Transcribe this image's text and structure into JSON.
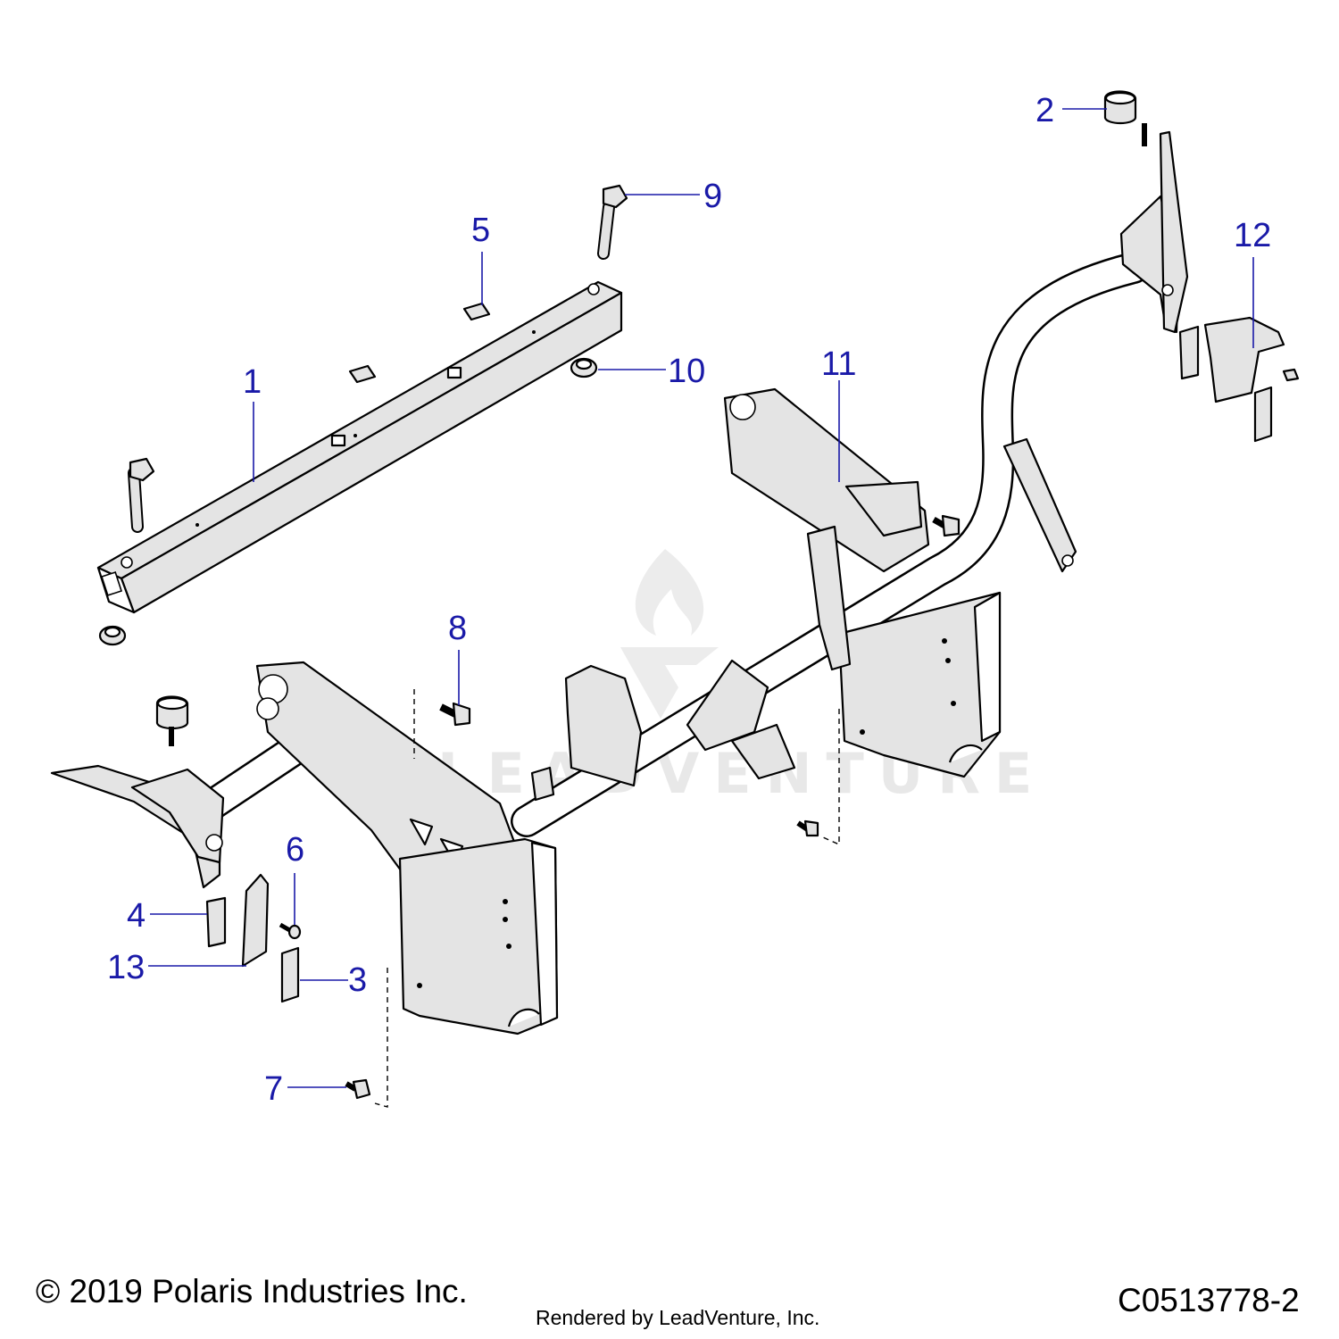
{
  "diagram": {
    "callouts": [
      {
        "label": "1",
        "description": ""
      },
      {
        "label": "2",
        "description": ""
      },
      {
        "label": "3",
        "description": ""
      },
      {
        "label": "4",
        "description": ""
      },
      {
        "label": "5",
        "description": ""
      },
      {
        "label": "6",
        "description": ""
      },
      {
        "label": "7",
        "description": ""
      },
      {
        "label": "8",
        "description": ""
      },
      {
        "label": "9",
        "description": ""
      },
      {
        "label": "10",
        "description": ""
      },
      {
        "label": "11",
        "description": ""
      },
      {
        "label": "12",
        "description": ""
      },
      {
        "label": "13",
        "description": ""
      }
    ],
    "watermark_text": "LEADVENTURE"
  },
  "footer": {
    "copyright": "© 2019 Polaris Industries Inc.",
    "drawing_id": "C0513778-2",
    "rendered_by": "Rendered by LeadVenture, Inc."
  },
  "colors": {
    "callout": "#1a1aa8",
    "part_fill": "#e4e4e4",
    "line": "#000000"
  }
}
